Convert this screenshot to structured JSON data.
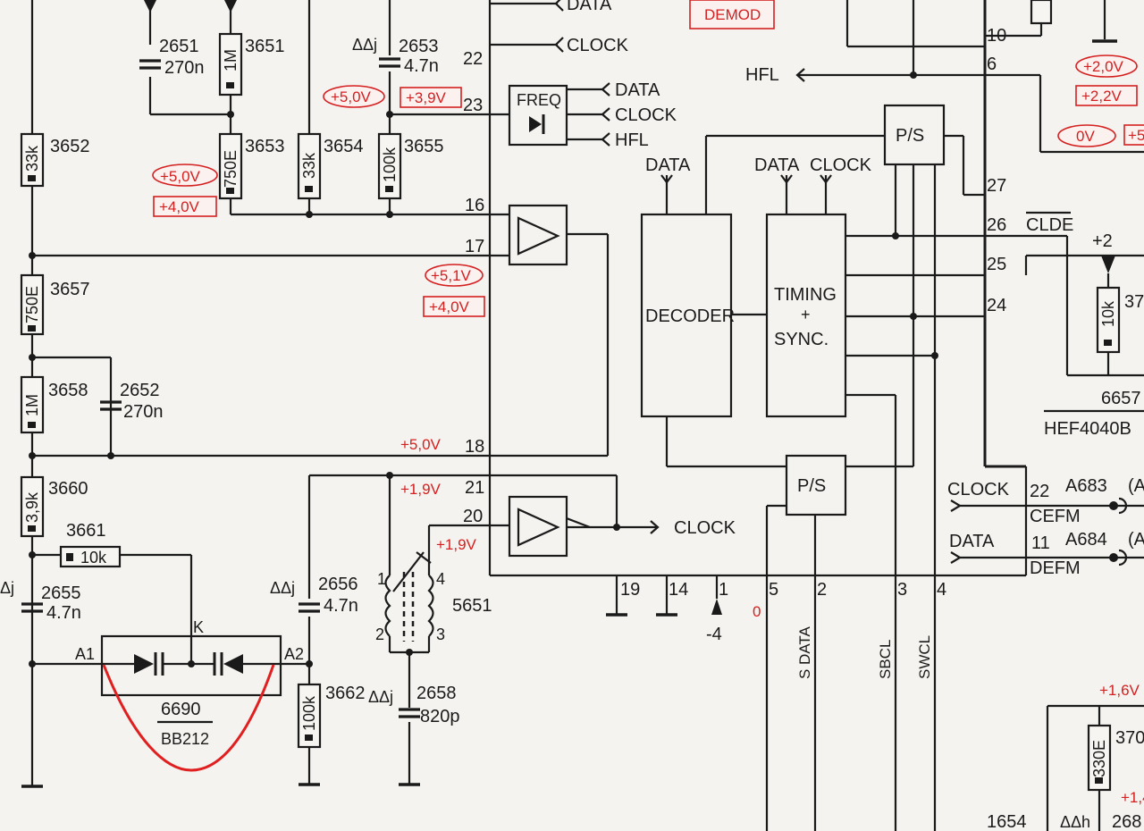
{
  "colors": {
    "ink": "#1a1a1a",
    "red": "#d42020",
    "paper": "#f4f3ef"
  },
  "components": {
    "r3652": {
      "ref": "3652",
      "value": "33k"
    },
    "r3657": {
      "ref": "3657",
      "value": "750E"
    },
    "r3658": {
      "ref": "3658",
      "value": "1M"
    },
    "r3660": {
      "ref": "3660",
      "value": "3,9k"
    },
    "r3661": {
      "ref": "3661",
      "value": "10k"
    },
    "r3651": {
      "ref": "3651",
      "value": "1M"
    },
    "r3653": {
      "ref": "3653",
      "value": "750E"
    },
    "r3654": {
      "ref": "3654",
      "value": "33k"
    },
    "r3655": {
      "ref": "3655",
      "value": "100k"
    },
    "r3662": {
      "ref": "3662",
      "value": "100k"
    },
    "c2651": {
      "ref": "2651",
      "value": "270n"
    },
    "c2652": {
      "ref": "2652",
      "value": "270n"
    },
    "c2653": {
      "ref": "2653",
      "value": "4.7n"
    },
    "c2655": {
      "ref": "2655",
      "value": "4.7n"
    },
    "c2656": {
      "ref": "2656",
      "value": "4.7n"
    },
    "c2658": {
      "ref": "2658",
      "value": "820p"
    },
    "l5651": {
      "ref": "5651",
      "pins": [
        "1",
        "2",
        "3",
        "4"
      ]
    },
    "d6690": {
      "ref": "6690",
      "part": "BB212",
      "pin_a1": "A1",
      "pin_a2": "A2",
      "pin_k": "K"
    },
    "ic_right": {
      "label_ref": "6657",
      "part": "HEF4040B"
    },
    "r_right_top": {
      "value": "10k",
      "ref_partial": "37"
    },
    "r_right_bottom": {
      "value": "330E",
      "ref_partial": "370"
    },
    "c_right_bottom": {
      "ref": "1654",
      "ref2_partial": "268"
    },
    "tilde_mark": {
      "pre": "ΔΔj",
      "short": "Δj",
      "alt": "ΔΔh"
    }
  },
  "blocks": {
    "freq": "FREQ",
    "decoder": "DECODER",
    "timing_l1": "TIMING",
    "timing_l2": "+",
    "timing_l3": "SYNC.",
    "ps": "P/S",
    "demod": "DEMOD"
  },
  "signals": {
    "data": "DATA",
    "clock": "CLOCK",
    "hfl": "HFL",
    "clde": "CLDE",
    "cefm": "CEFM",
    "defm": "DEFM",
    "a683": "A683",
    "a684": "A684",
    "paren_a": "(A",
    "sdata": "S DATA",
    "sbcl": "SBCL",
    "swcl": "SWCL",
    "plus2": "+2",
    "minus4": "-4",
    "zero_red": "0"
  },
  "pins": {
    "p22": "22",
    "p23": "23",
    "p16": "16",
    "p17": "17",
    "p18": "18",
    "p21": "21",
    "p20": "20",
    "p19": "19",
    "p14": "14",
    "p1": "1",
    "p5": "5",
    "p2": "2",
    "p3": "3",
    "p4": "4",
    "p10": "10",
    "p6": "6",
    "p27": "27",
    "p26": "26",
    "p25": "25",
    "p24": "24",
    "p22r": "22",
    "p11r": "11"
  },
  "voltages": {
    "v50_a": "+5,0V",
    "v39": "+3,9V",
    "v50_b": "+5,0V",
    "v40_a": "+4,0V",
    "v51": "+5,1V",
    "v40_b": "+4,0V",
    "v50_c": "+5,0V",
    "v19_a": "+1,9V",
    "v19_b": "+1,9V",
    "v20": "+2,0V",
    "v22": "+2,2V",
    "v0": "0V",
    "v5_partial": "+5",
    "v16": "+1,6V",
    "v14": "+1,4"
  }
}
